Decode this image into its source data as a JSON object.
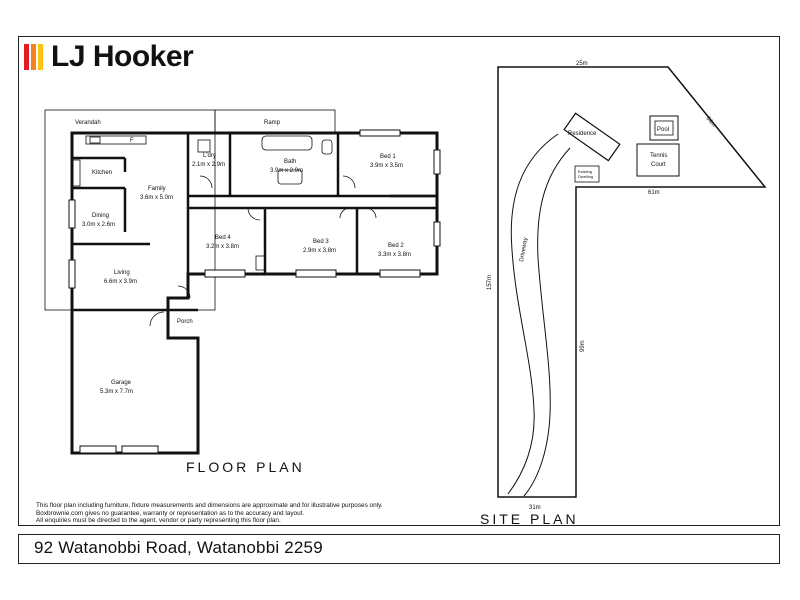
{
  "brand": {
    "name": "LJ Hooker",
    "colors": [
      "#e31b23",
      "#f58220",
      "#ffc20e"
    ]
  },
  "address": "92 Watanobbi Road, Watanobbi 2259",
  "floor_plan": {
    "title": "FLOOR PLAN",
    "rooms": {
      "verandah": "Verandah",
      "ramp": "Ramp",
      "kitchen": "Kitchen",
      "dining": {
        "name": "Dining",
        "dims": "3.0m x 2.6m"
      },
      "family": {
        "name": "Family",
        "dims": "3.6m x 5.0m"
      },
      "living": {
        "name": "Living",
        "dims": "6.6m x 3.9m"
      },
      "laundry": {
        "name": "L'dry",
        "dims": "2.1m x 2.9m"
      },
      "bath": {
        "name": "Bath",
        "dims": "3.9m x 2.9m"
      },
      "bed1": {
        "name": "Bed 1",
        "dims": "3.9m x 3.5m"
      },
      "bed2": {
        "name": "Bed 2",
        "dims": "3.3m x 3.8m"
      },
      "bed3": {
        "name": "Bed 3",
        "dims": "2.9m x 3.8m"
      },
      "bed4": {
        "name": "Bed 4",
        "dims": "3.2m x 3.8m"
      },
      "porch": "Porch",
      "garage": {
        "name": "Garage",
        "dims": "5.3m x 7.7m"
      }
    },
    "fridge_mark": "F"
  },
  "site_plan": {
    "title": "SITE PLAN",
    "labels": {
      "residence": "Residence",
      "pool": "Pool",
      "tennis": "Tennis",
      "court": "Court",
      "existing": "Existing",
      "dwelling": "Dwelling",
      "driveway": "Driveway"
    },
    "dimensions": {
      "top": "25m",
      "diagonal": "64m",
      "inner": "61m",
      "left": "157m",
      "right": "99m",
      "bottom": "31m"
    }
  },
  "disclaimer": [
    "This floor plan including furniture, fixture measurements and dimensions are approximate and for illustrative purposes only.",
    "Boxbrownie.com gives no guarantee, warranty or representation as to the accuracy and layout.",
    "All enquiries must be directed to the agent, vendor or party representing this floor plan."
  ]
}
